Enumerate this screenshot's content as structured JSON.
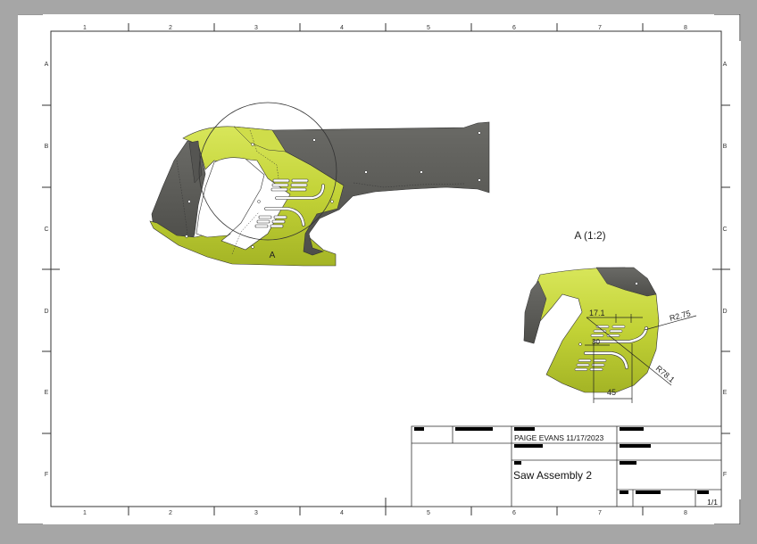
{
  "sheet": {
    "columns": [
      "1",
      "2",
      "3",
      "4",
      "5",
      "6",
      "7",
      "8"
    ],
    "rows": [
      "A",
      "B",
      "C",
      "D",
      "E",
      "F"
    ]
  },
  "views": {
    "main": {
      "section_label": "A"
    },
    "detail": {
      "title": "A (1:2)",
      "dimensions": {
        "d1": "17.1",
        "d2": "30",
        "d3": "R2.75",
        "d4": "R78.1",
        "d5": "45"
      }
    }
  },
  "title_block": {
    "author_date": "PAIGE EVANS 11/17/2023",
    "title": "Saw Assembly 2",
    "sheet_number": "1/1"
  },
  "colors": {
    "body_green": "#c4d437",
    "body_dark": "#5e5e5a",
    "frame": "#333333",
    "background": "#a6a6a6"
  }
}
